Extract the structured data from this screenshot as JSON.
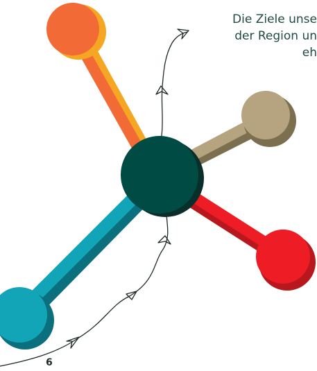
{
  "intro_text": {
    "line1": "Die Ziele unse",
    "line2": "der Region un",
    "line3": "eh"
  },
  "page_number": "6",
  "colors": {
    "hub": "#004c45",
    "orange": "#f26a35",
    "orange_shadow": "#f5a623",
    "tan": "#b5a47f",
    "tan_shadow": "#7c6f50",
    "red": "#ee1c25",
    "red_shadow": "#b8171d",
    "teal": "#12a5b8",
    "teal_shadow": "#0b6f7d",
    "ink": "#1f2a28"
  },
  "icons": [
    "arrow-path-icon"
  ]
}
